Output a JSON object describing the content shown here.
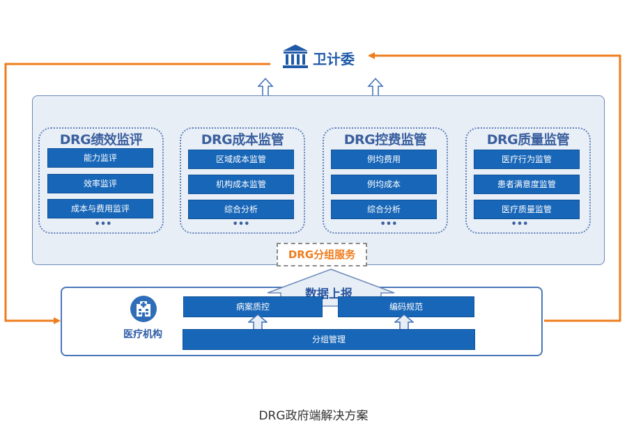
{
  "top_node": {
    "label": "卫计委",
    "icon": "government-building-icon"
  },
  "groups": [
    {
      "title": "DRG绩效监评",
      "items": [
        "能力监评",
        "效率监评",
        "成本与费用监评"
      ],
      "more": "•••"
    },
    {
      "title": "DRG成本监管",
      "items": [
        "区域成本监管",
        "机构成本监管",
        "综合分析"
      ],
      "more": "•••"
    },
    {
      "title": "DRG控费监管",
      "items": [
        "例均费用",
        "例均成本",
        "综合分析"
      ],
      "more": "•••"
    },
    {
      "title": "DRG质量监管",
      "items": [
        "医疗行为监管",
        "患者满意度监管",
        "医疗质量监管"
      ],
      "more": "•••"
    }
  ],
  "center_service": "DRG分组服务",
  "data_report": "数据上报",
  "institution": {
    "label": "医疗机构",
    "icon": "hospital-icon",
    "boxes": [
      "病案质控",
      "编码规范"
    ],
    "base": "分组管理"
  },
  "caption": "DRG政府端解决方案",
  "colors": {
    "flow_arrow": "#ef7c1c",
    "box_fill": "#1766b8",
    "heading": "#3a5f9e",
    "panel_bg": "#e8eef6"
  }
}
